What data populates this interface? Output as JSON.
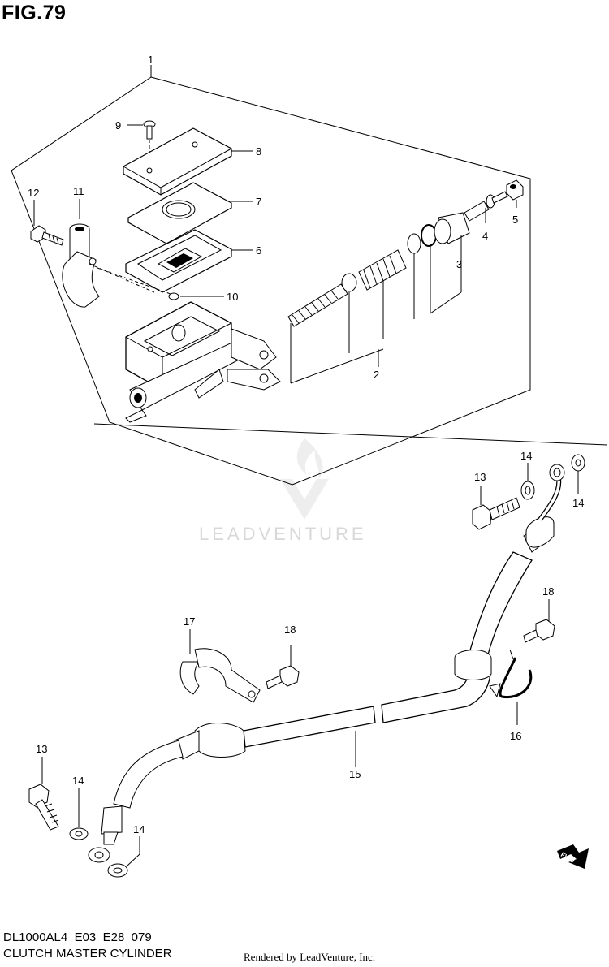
{
  "figure": {
    "title": "FIG.79",
    "model_code": "DL1000AL4_E03_E28_079",
    "part_name": "CLUTCH MASTER CYLINDER",
    "render_credit": "Rendered by LeadVenture, Inc."
  },
  "watermark": {
    "text": "LEADVENTURE",
    "color": "#d8d8d8"
  },
  "fwd_indicator": {
    "label": "FWD"
  },
  "callouts": [
    {
      "id": "c1",
      "text": "1"
    },
    {
      "id": "c2",
      "text": "2"
    },
    {
      "id": "c3",
      "text": "3"
    },
    {
      "id": "c4",
      "text": "4"
    },
    {
      "id": "c5",
      "text": "5"
    },
    {
      "id": "c6",
      "text": "6"
    },
    {
      "id": "c7",
      "text": "7"
    },
    {
      "id": "c8",
      "text": "8"
    },
    {
      "id": "c9",
      "text": "9"
    },
    {
      "id": "c10",
      "text": "10"
    },
    {
      "id": "c11",
      "text": "11"
    },
    {
      "id": "c12",
      "text": "12"
    },
    {
      "id": "c13a",
      "text": "13"
    },
    {
      "id": "c14a",
      "text": "14"
    },
    {
      "id": "c14b",
      "text": "14"
    },
    {
      "id": "c18a",
      "text": "18"
    },
    {
      "id": "c16",
      "text": "16"
    },
    {
      "id": "c17",
      "text": "17"
    },
    {
      "id": "c18b",
      "text": "18"
    },
    {
      "id": "c15",
      "text": "15"
    },
    {
      "id": "c13b",
      "text": "13"
    },
    {
      "id": "c14c",
      "text": "14"
    },
    {
      "id": "c14d",
      "text": "14"
    }
  ]
}
